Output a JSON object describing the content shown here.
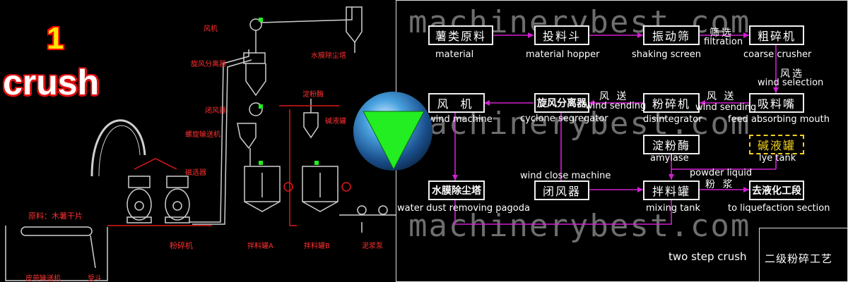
{
  "step": {
    "number": "1",
    "word": "crush"
  },
  "watermark": "machinerybest.com",
  "left_labels": {
    "fan": "风机",
    "cyclone": "旋风分离器",
    "dust_tower": "水膜除尘塔",
    "air_lock": "闭风器",
    "screw_conveyor": "螺旋输送机",
    "magnet": "磁选器",
    "amylase": "淀粉酶",
    "lye": "碱液罐",
    "raw_material": "原料：木薯干片",
    "crusher": "粉碎机",
    "tank_a": "拌料罐A",
    "tank_b": "拌料罐B",
    "pump": "泥浆泵",
    "belt": "皮带输送机",
    "hopper": "受斗"
  },
  "flow": {
    "material": {
      "zh": "薯类原料",
      "en": "material"
    },
    "hopper": {
      "zh": "投料斗",
      "en": "material hopper"
    },
    "screen": {
      "zh": "振动筛",
      "en": "shaking screen"
    },
    "filtration": {
      "zh": "筛选",
      "en": "filtration"
    },
    "coarse": {
      "zh": "粗碎机",
      "en": "coarse crusher"
    },
    "wind_sel": {
      "zh": "风选",
      "en": "wind selection"
    },
    "fan": {
      "zh": "风 机",
      "en": "wind machine"
    },
    "cyclone": {
      "zh": "旋风分离器",
      "en": "cyclone segregator"
    },
    "wind_send_1": {
      "zh": "风 送",
      "en": "wind sending"
    },
    "disintegrator": {
      "zh": "粉碎机",
      "en": "disintegrator"
    },
    "wind_send_2": {
      "zh": "风 送",
      "en": "wind sending"
    },
    "feed_mouth": {
      "zh": "吸料嘴",
      "en": "feed absorbing mouth"
    },
    "amylase": {
      "zh": "淀粉酶",
      "en": "amylase"
    },
    "lye": {
      "zh": "碱液罐",
      "en": "lye tank"
    },
    "powder_liquid": {
      "en": "powder liquid"
    },
    "wind_close": {
      "zh": "闭风器",
      "en": "wind close machine"
    },
    "dust_tower": {
      "zh": "水膜除尘塔",
      "en": "water dust removing pagoda"
    },
    "mixing": {
      "zh": "拌料罐",
      "en": "mixing tank"
    },
    "slurry": {
      "zh": "粉 浆"
    },
    "liquefaction": {
      "zh": "去液化工段",
      "en": "to liquefaction section"
    }
  },
  "footer": {
    "en": "two step crush",
    "zh": "二级粉碎工艺"
  },
  "colors": {
    "line": "#d020d0",
    "accent_green": "#22ee22",
    "drawing_red": "#e01818",
    "drawing_gray": "#cfcfcf"
  }
}
